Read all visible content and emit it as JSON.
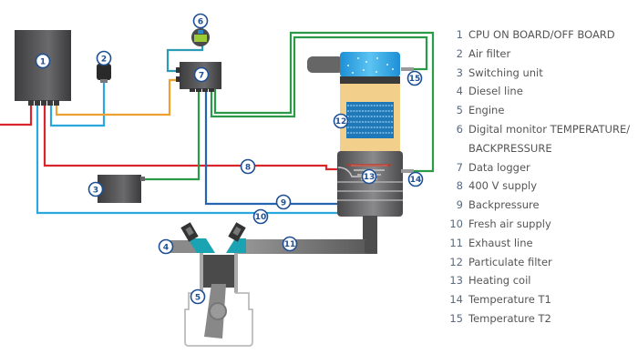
{
  "diagram": {
    "title": "Diesel particulate filter test setup",
    "colors": {
      "supply_400v": "#d9262c",
      "fresh_air": "#2aa7df",
      "backpressure": "#2565b0",
      "signal_green": "#2b9a48",
      "diesel_orange": "#f0a030",
      "badge_stroke": "#1e4f95"
    },
    "markers": [
      {
        "id": "1",
        "label": "1"
      },
      {
        "id": "2",
        "label": "2"
      },
      {
        "id": "3",
        "label": "3"
      },
      {
        "id": "4",
        "label": "4"
      },
      {
        "id": "5",
        "label": "5"
      },
      {
        "id": "6",
        "label": "6"
      },
      {
        "id": "7",
        "label": "7"
      },
      {
        "id": "8",
        "label": "8"
      },
      {
        "id": "9",
        "label": "9"
      },
      {
        "id": "10",
        "label": "10"
      },
      {
        "id": "11",
        "label": "11"
      },
      {
        "id": "12",
        "label": "12"
      },
      {
        "id": "13",
        "label": "13"
      },
      {
        "id": "14",
        "label": "14"
      },
      {
        "id": "15",
        "label": "15"
      }
    ]
  },
  "legend": {
    "items": [
      {
        "num": "1",
        "text": "CPU ON BOARD/OFF BOARD"
      },
      {
        "num": "2",
        "text": "Air filter"
      },
      {
        "num": "3",
        "text": "Switching unit"
      },
      {
        "num": "4",
        "text": "Diesel line"
      },
      {
        "num": "5",
        "text": "Engine"
      },
      {
        "num": "6",
        "text": "Digital monitor TEMPERATURE/"
      },
      {
        "num": "",
        "text": "BACKPRESSURE"
      },
      {
        "num": "7",
        "text": "Data logger"
      },
      {
        "num": "8",
        "text": "400 V supply"
      },
      {
        "num": "9",
        "text": "Backpressure"
      },
      {
        "num": "10",
        "text": "Fresh air supply"
      },
      {
        "num": "11",
        "text": "Exhaust line"
      },
      {
        "num": "12",
        "text": "Particulate filter"
      },
      {
        "num": "13",
        "text": "Heating coil"
      },
      {
        "num": "14",
        "text": "Temperature T1"
      },
      {
        "num": "15",
        "text": "Temperature T2"
      }
    ]
  }
}
